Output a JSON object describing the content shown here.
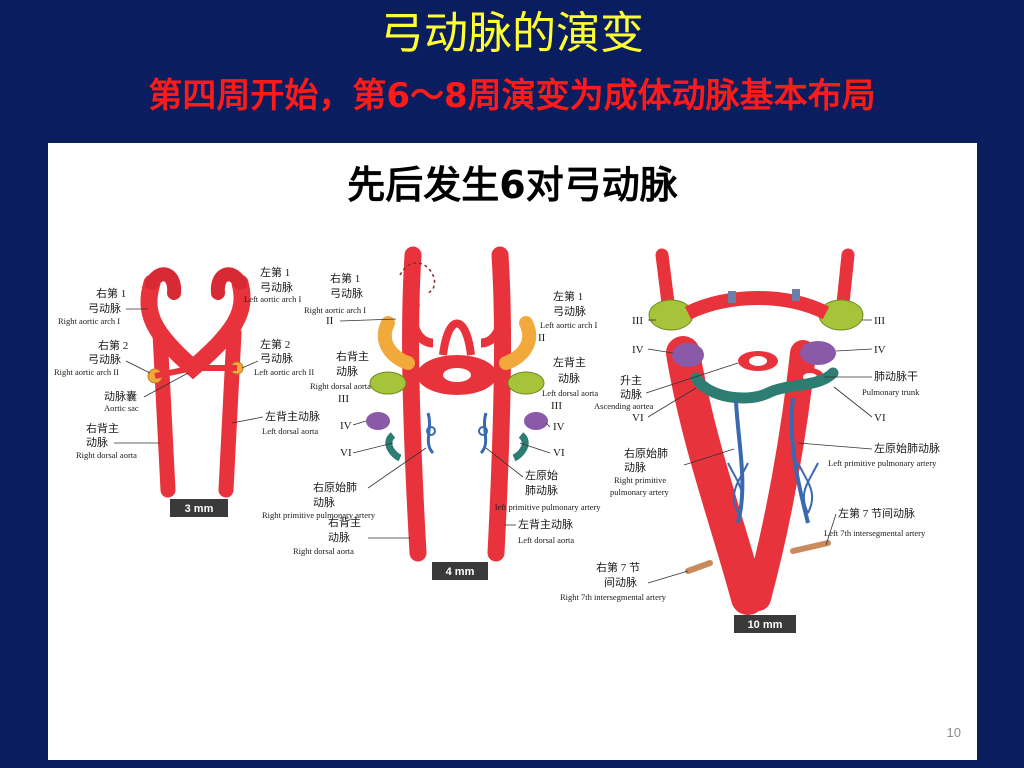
{
  "slide": {
    "title": "弓动脉的演变",
    "subtitle": "第四周开始，第6～8周演变为成体动脉基本布局",
    "heading": "先后发生6对弓动脉",
    "page_number": "10"
  },
  "colors": {
    "background": "#0a1d5e",
    "title": "#ffff33",
    "subtitle": "#ff1a1a",
    "artery_red": "#e8333d",
    "arch3_green": "#a6c43a",
    "arch4_purple": "#8a5aa8",
    "arch6_teal": "#2e7d72",
    "pulmonary_blue": "#3a69b0",
    "arch1_orange": "#f2a93b"
  },
  "figure": {
    "stage1": {
      "scale": "3 mm",
      "labels": {
        "right_arch1_cn_a": "右第 1",
        "right_arch1_cn_b": "弓动脉",
        "right_arch1_en": "Right aortic arch I",
        "left_arch1_cn_a": "左第 1",
        "left_arch1_cn_b": "弓动脉",
        "left_arch1_en": "Left aortic arch I",
        "right_arch2_cn_a": "右第 2",
        "right_arch2_cn_b": "弓动脉",
        "right_arch2_en": "Right aortic arch II",
        "left_arch2_cn_a": "左第 2",
        "left_arch2_cn_b": "弓动脉",
        "left_arch2_en": "Left aortic arch II",
        "aortic_sac_cn": "动脉囊",
        "aortic_sac_en": "Aortic sac",
        "left_dorsal_cn": "左背主动脉",
        "left_dorsal_en": "Left dorsal aorta",
        "right_dorsal_cn_a": "右背主",
        "right_dorsal_cn_b": "动脉",
        "right_dorsal_en": "Right dorsal aorta"
      }
    },
    "stage2": {
      "scale": "4 mm",
      "labels": {
        "right_arch1_cn_a": "右第 1",
        "right_arch1_cn_b": "弓动脉",
        "right_arch1_en": "Right aortic arch I",
        "roman_ii_left": "II",
        "left_arch1_cn_a": "左第 1",
        "left_arch1_cn_b": "弓动脉",
        "left_arch1_en": "Left aortic arch I",
        "roman_ii_right": "II",
        "right_dorsal_cn_a": "右背主",
        "right_dorsal_cn_b": "动脉",
        "right_dorsal_en": "Right dorsal aorta",
        "left_dorsal_cn_a": "左背主",
        "left_dorsal_cn_b": "动脉",
        "left_dorsal_en": "Left dorsal aorta",
        "roman_iii_left": "III",
        "roman_iii_right": "III",
        "roman_iv_left": "IV",
        "roman_iv_right": "IV",
        "roman_vi_left": "VI",
        "roman_vi_right": "VI",
        "right_pulm_cn_a": "右原始肺",
        "right_pulm_cn_b": "动脉",
        "right_pulm_en": "Right primitive pulmonary artery",
        "left_pulm_cn_a": "左原始",
        "left_pulm_cn_b": "肺动脉",
        "left_pulm_en": "left primitive pulmonary artery",
        "right_dorsal2_cn_a": "右背主",
        "right_dorsal2_cn_b": "动脉",
        "right_dorsal2_en": "Right dorsal aorta",
        "left_dorsal2_cn": "左背主动脉",
        "left_dorsal2_en": "Left dorsal aorta"
      }
    },
    "stage3": {
      "scale": "10 mm",
      "labels": {
        "roman_iii_left": "III",
        "roman_iii_right": "III",
        "roman_iv_left": "IV",
        "roman_iv_right": "IV",
        "ascending_cn_a": "升主",
        "ascending_cn_b": "动脉",
        "ascending_en": "Ascending aortea",
        "roman_vi_left": "VI",
        "roman_vi_right": "VI",
        "pulm_trunk_cn": "肺动脉干",
        "pulm_trunk_en": "Pulmonary trunk",
        "left_pulm_cn": "左原始肺动脉",
        "left_pulm_en": "Left primitive pulmonary artery",
        "right_pulm_cn_a": "右原始肺",
        "right_pulm_cn_b": "动脉",
        "right_pulm_en_a": "Right primitive",
        "right_pulm_en_b": "pulmonary artery",
        "left_7th_cn": "左第 7 节间动脉",
        "left_7th_en": "Left 7th intersegmental artery",
        "right_7th_cn_a": "右第 7 节",
        "right_7th_cn_b": "间动脉",
        "right_7th_en": "Right 7th intersegmental artery"
      }
    }
  }
}
